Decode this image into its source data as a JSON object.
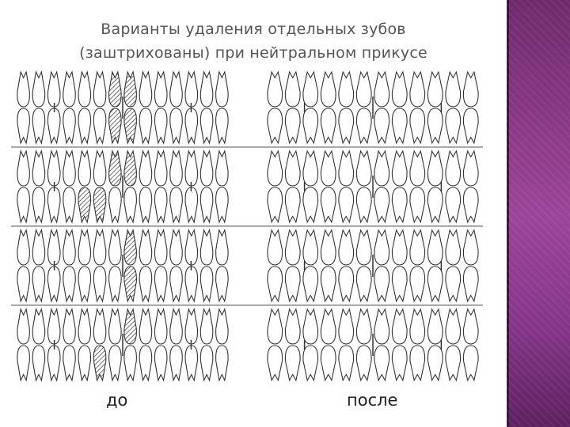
{
  "slide": {
    "title_line1": "Варианты удаления отдельных зубов",
    "title_line2": "(заштрихованы) при нейтральном прикусе",
    "caption_before": "до",
    "caption_after": "после"
  },
  "figure": {
    "rows": 4,
    "extracted_rows": [
      {
        "row": 1,
        "upper_hatched": [
          6,
          7
        ],
        "lower_hatched": [
          6,
          7
        ]
      },
      {
        "row": 2,
        "upper_hatched": [
          6,
          7
        ],
        "lower_hatched": [
          4,
          5
        ]
      },
      {
        "row": 3,
        "upper_hatched": [
          7
        ],
        "lower_hatched": [
          7
        ]
      },
      {
        "row": 4,
        "upper_hatched": [
          7
        ],
        "lower_hatched": [
          5
        ]
      }
    ]
  },
  "colors": {
    "panel_accent": "#8a3a86",
    "title_text": "#555555",
    "line_art": "#333333"
  }
}
